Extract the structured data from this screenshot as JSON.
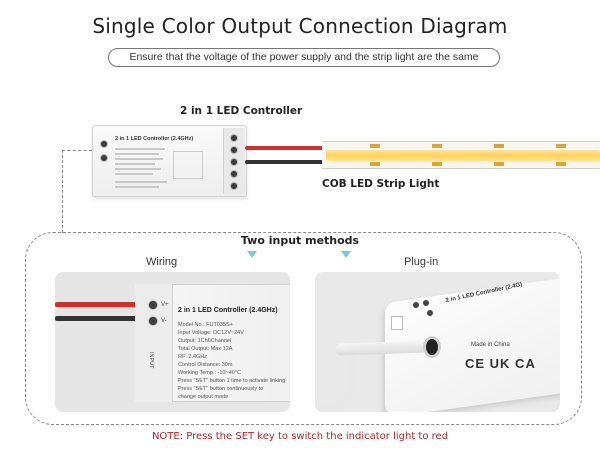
{
  "header": {
    "title": "Single Color Output Connection Diagram",
    "subtitle": "Ensure that the voltage of the power supply and the strip light are the same"
  },
  "top_section": {
    "controller_label": "2 in 1 LED Controller",
    "strip_label": "COB LED Strip Light",
    "controller_face": {
      "title": "2 in 1 LED Controller (2.4GHz)"
    }
  },
  "methods": {
    "heading": "Two input methods",
    "wiring": {
      "label": "Wiring",
      "device_title": "2 in 1 LED Controller (2.4GHz)",
      "specs": [
        "Model No.: FUT035S+",
        "Input Voltage: DC12V~24V",
        "Output: 1Ch6Channel",
        "Total Output: Max 12A",
        "RF: 2.4GHz",
        "Control Distance: 30m",
        "Working Temp.: -10~40°C"
      ],
      "notes": [
        "Press \"SET\" button 1 time to activate linking",
        "Press \"SET\" button continuously to",
        "change output mode"
      ],
      "input_text": "INPUT",
      "vplus": "V+",
      "vminus": "V-"
    },
    "plugin": {
      "label": "Plug-in",
      "device_title": "2 in 1 LED Controller (2.4G)",
      "made_in": "Made in China",
      "marks": "CE UK CA"
    }
  },
  "footer": {
    "note": "NOTE: Press the SET key to switch the indicator light to red"
  },
  "colors": {
    "note_red": "#b0262a",
    "arrow_blue": "#7ec3ea",
    "wire_red": "#d0302c",
    "wire_black": "#333333",
    "strip_glow": "#ffd35a"
  }
}
